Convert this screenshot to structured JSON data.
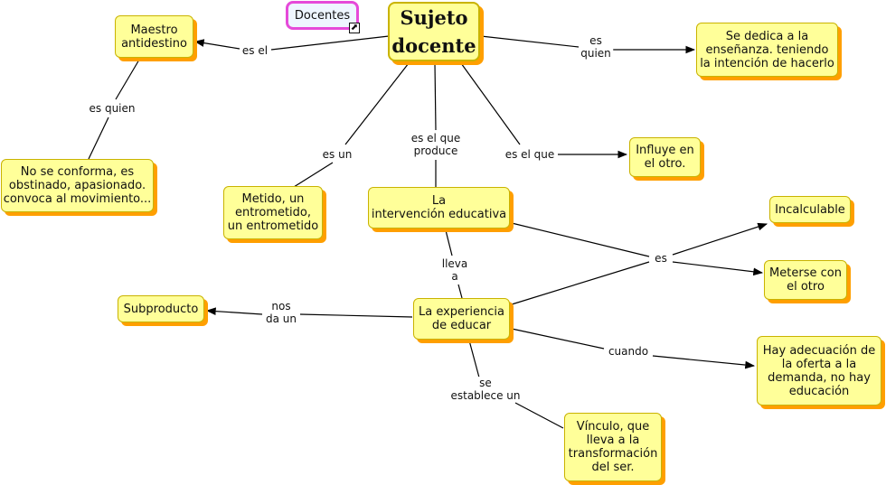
{
  "link_tag": "Docentes",
  "link_icon": "external-link-icon",
  "colors": {
    "node_fill": "#ffff99",
    "node_shadow": "#ff9f00",
    "node_border": "#c9b300",
    "line": "#000000",
    "link_tag_border": "#e64ad9"
  },
  "concepts": {
    "sujeto": "Sujeto\ndocente",
    "maestro": "Maestro\nantidestino",
    "noconforma": "No se conforma, es\nobstinado, apasionado.\nconvoca al movimiento...",
    "metido": "Metido, un\nentrometido,\nun entrometido",
    "intervencion": "La\nintervención educativa",
    "influye": "Influye en\nel otro.",
    "dedica": "Se dedica a la\nenseñanza. teniendo\nla intención de hacerlo",
    "incalculable": "Incalculable",
    "meterse": "Meterse con\nel otro",
    "experiencia": "La experiencia\nde educar",
    "subproducto": "Subproducto",
    "adecuacion": "Hay adecuación de\nla oferta a la\ndemanda, no hay\neducación",
    "vinculo": "Vínculo, que\nlleva a la\ntransformación\ndel ser."
  },
  "linking_phrases": {
    "esel": "es el",
    "esquien1": "es\nquien",
    "esquien2": "es quien",
    "esun": "es un",
    "esqueproduce": "es el que\nproduce",
    "esque": "es el que",
    "llevaa": "lleva\na",
    "es": "es",
    "nosdaun": "nos\nda un",
    "cuando": "cuando",
    "seestablece": "se\nestablece un"
  }
}
